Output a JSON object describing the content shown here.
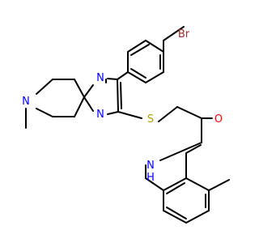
{
  "molecule": {
    "colors": {
      "bond": "#000000",
      "carbon": "#000000",
      "nitrogen": "#0000ff",
      "oxygen": "#ff0000",
      "sulfur": "#b2a100",
      "bromine": "#a52a2a"
    },
    "atoms": [
      {
        "id": "br",
        "label": "Br",
        "element": "bromine"
      },
      {
        "id": "n1",
        "label": "N",
        "element": "nitrogen"
      },
      {
        "id": "n2",
        "label": "N",
        "element": "nitrogen"
      },
      {
        "id": "n3",
        "label": "N",
        "element": "nitrogen"
      },
      {
        "id": "s1",
        "label": "S",
        "element": "sulfur"
      },
      {
        "id": "o1",
        "label": "O",
        "element": "oxygen"
      },
      {
        "id": "nh",
        "label": "N",
        "element": "nitrogen"
      },
      {
        "id": "h1",
        "label": "H",
        "element": "nitrogen"
      }
    ]
  }
}
